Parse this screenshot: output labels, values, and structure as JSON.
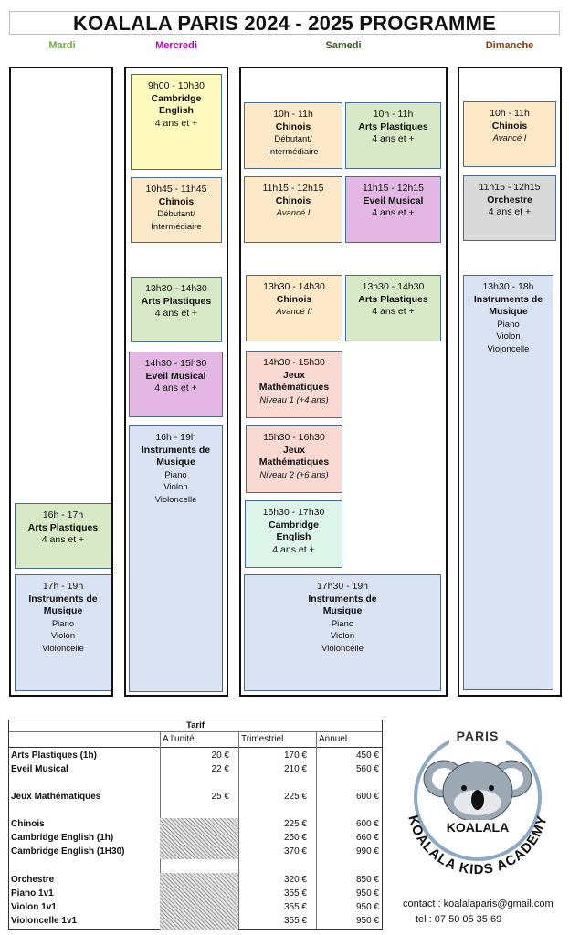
{
  "title": "KOALALA PARIS 2024 - 2025 PROGRAMME",
  "days": {
    "mardi": {
      "label": "Mardi",
      "color": "#70ad47"
    },
    "mercredi": {
      "label": "Mercredi",
      "color": "#c000c0"
    },
    "samedi": {
      "label": "Samedi",
      "color": "#375623"
    },
    "dimanche": {
      "label": "Dimanche",
      "color": "#843c0c"
    }
  },
  "sessions": {
    "mar1": {
      "time": "16h - 17h",
      "name": "Arts Plastiques",
      "sub": "4 ans et +"
    },
    "mar2": {
      "time": "17h - 19h",
      "name1": "Instruments de",
      "name2": "Musique",
      "l1": "Piano",
      "l2": "Violon",
      "l3": "Violoncelle"
    },
    "mer1": {
      "time": "9h00 - 10h30",
      "name1": "Cambridge",
      "name2": "English",
      "sub": "4 ans et +"
    },
    "mer2": {
      "time": "10h45 - 11h45",
      "name": "Chinois",
      "l1": "Débutant/",
      "l2": "Intermédiaire"
    },
    "mer3": {
      "time": "13h30 - 14h30",
      "name": "Arts Plastiques",
      "sub": "4 ans et +"
    },
    "mer4": {
      "time": "14h30 - 15h30",
      "name": "Eveil Musical",
      "sub": "4 ans et +"
    },
    "mer5": {
      "time": "16h - 19h",
      "name1": "Instruments de",
      "name2": "Musique",
      "l1": "Piano",
      "l2": "Violon",
      "l3": "Violoncelle"
    },
    "sam1": {
      "time": "10h - 11h",
      "name": "Chinois",
      "l1": "Débutant/",
      "l2": "Intermédiaire"
    },
    "sam2": {
      "time": "10h - 11h",
      "name": "Arts Plastiques",
      "sub": "4 ans et +"
    },
    "sam3": {
      "time": "11h15 - 12h15",
      "name": "Chinois",
      "sub": "Avancé I"
    },
    "sam4": {
      "time": "11h15 - 12h15",
      "name": "Eveil Musical",
      "sub": "4 ans et +"
    },
    "sam5": {
      "time": "13h30 - 14h30",
      "name": "Chinois",
      "sub": "Avancé II"
    },
    "sam6": {
      "time": "13h30 - 14h30",
      "name": "Arts Plastiques",
      "sub": "4 ans et +"
    },
    "sam7": {
      "time": "14h30 - 15h30",
      "name1": "Jeux",
      "name2": "Mathématiques",
      "sub": "Niveau 1 (+4 ans)"
    },
    "sam8": {
      "time": "15h30 - 16h30",
      "name1": "Jeux",
      "name2": "Mathématiques",
      "sub": "Niveau 2 (+6 ans)"
    },
    "sam9": {
      "time": "16h30 - 17h30",
      "name1": "Cambridge",
      "name2": "English",
      "sub": "4 ans et +"
    },
    "sam10": {
      "time": "17h30 - 19h",
      "name1": "Instruments de",
      "name2": "Musique",
      "l1": "Piano",
      "l2": "Violon",
      "l3": "Violoncelle"
    },
    "dim1": {
      "time": "10h - 11h",
      "name": "Chinois",
      "sub": "Avancé I"
    },
    "dim2": {
      "time": "11h15 - 12h15",
      "name": "Orchestre",
      "sub": "4 ans et +"
    },
    "dim3": {
      "time": "13h30 - 18h",
      "name1": "Instruments de",
      "name2": "Musique",
      "l1": "Piano",
      "l2": "Violon",
      "l3": "Violoncelle"
    }
  },
  "tarif": {
    "heading": "Tarif",
    "columns": [
      "A l'unité",
      "Trimestriel",
      "Annuel"
    ],
    "rows": [
      {
        "label": "Arts Plastiques (1h)",
        "unit": "20 €",
        "tri": "170 €",
        "an": "450 €"
      },
      {
        "label": "Eveil Musical",
        "unit": "22 €",
        "tri": "210 €",
        "an": "560 €"
      },
      {
        "label": "Jeux Mathématiques",
        "unit": "25 €",
        "tri": "225 €",
        "an": "600 €"
      },
      {
        "label": "Chinois",
        "unit": "",
        "tri": "225 €",
        "an": "600 €"
      },
      {
        "label": "Cambridge English (1h)",
        "unit": "",
        "tri": "250 €",
        "an": "660 €"
      },
      {
        "label": "Cambridge English (1H30)",
        "unit": "",
        "tri": "370 €",
        "an": "990 €"
      },
      {
        "label": "Orchestre",
        "unit": "",
        "tri": "320 €",
        "an": "850 €"
      },
      {
        "label": "Piano 1v1",
        "unit": "",
        "tri": "355 €",
        "an": "950 €"
      },
      {
        "label": "Violon 1v1",
        "unit": "",
        "tri": "355 €",
        "an": "950 €"
      },
      {
        "label": "Violoncelle 1v1",
        "unit": "",
        "tri": "355 €",
        "an": "950 €"
      }
    ]
  },
  "logo": {
    "top": "PARIS",
    "middle": "KOALALA",
    "arc": "KOALALA KIDS ACADEMY"
  },
  "contact": {
    "email": "contact : koalalaparis@gmail.com",
    "tel": "tel : 07 50 05 35 69"
  }
}
